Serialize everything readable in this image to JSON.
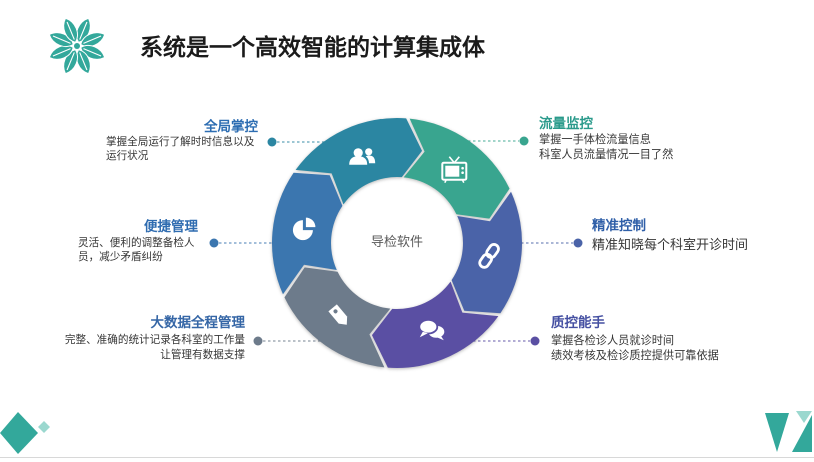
{
  "slide": {
    "logo_icon": "leaf-mandala-icon",
    "title": "系统是一个高效智能的计算集成体",
    "accent_color": "#33a89b",
    "accent_light_color": "#9bd8cf"
  },
  "diagram": {
    "center_label": "导检软件",
    "segments": [
      {
        "icon": "users-icon",
        "color": "#2b86a2"
      },
      {
        "icon": "tv-icon",
        "color": "#39a58f"
      },
      {
        "icon": "link-icon",
        "color": "#4a63a8"
      },
      {
        "icon": "chat-icon",
        "color": "#5a4fa3"
      },
      {
        "icon": "tag-icon",
        "color": "#6d7b8b"
      },
      {
        "icon": "pie-chart-icon",
        "color": "#3b76af"
      }
    ]
  },
  "features": {
    "left": [
      {
        "title": "全局掌控",
        "lines": [
          "掌握全局运行了解时时信息以及",
          "运行状况"
        ],
        "color": "#2d6db2"
      },
      {
        "title": "便捷管理",
        "lines": [
          "灵活、便利的调整备检人",
          "员，减少矛盾纠纷"
        ],
        "color": "#2f6cb0"
      },
      {
        "title": "大数据全程管理",
        "lines": [
          "完整、准确的统计记录各科室的工作量",
          "让管理有数据支撑"
        ],
        "color": "#3566a6"
      }
    ],
    "right": [
      {
        "title": "流量监控",
        "lines": [
          "掌握一手体检流量信息",
          "科室人员流量情况一目了然"
        ],
        "color": "#2a9a8b"
      },
      {
        "title": "精准控制",
        "lines": [
          "精准知晓每个科室开诊时间"
        ],
        "color": "#2f5fa8"
      },
      {
        "title": "质控能手",
        "lines": [
          "掌握各检诊人员就诊时间",
          "绩效考核及检诊质控提供可靠依据"
        ],
        "color": "#4550a2"
      }
    ]
  }
}
